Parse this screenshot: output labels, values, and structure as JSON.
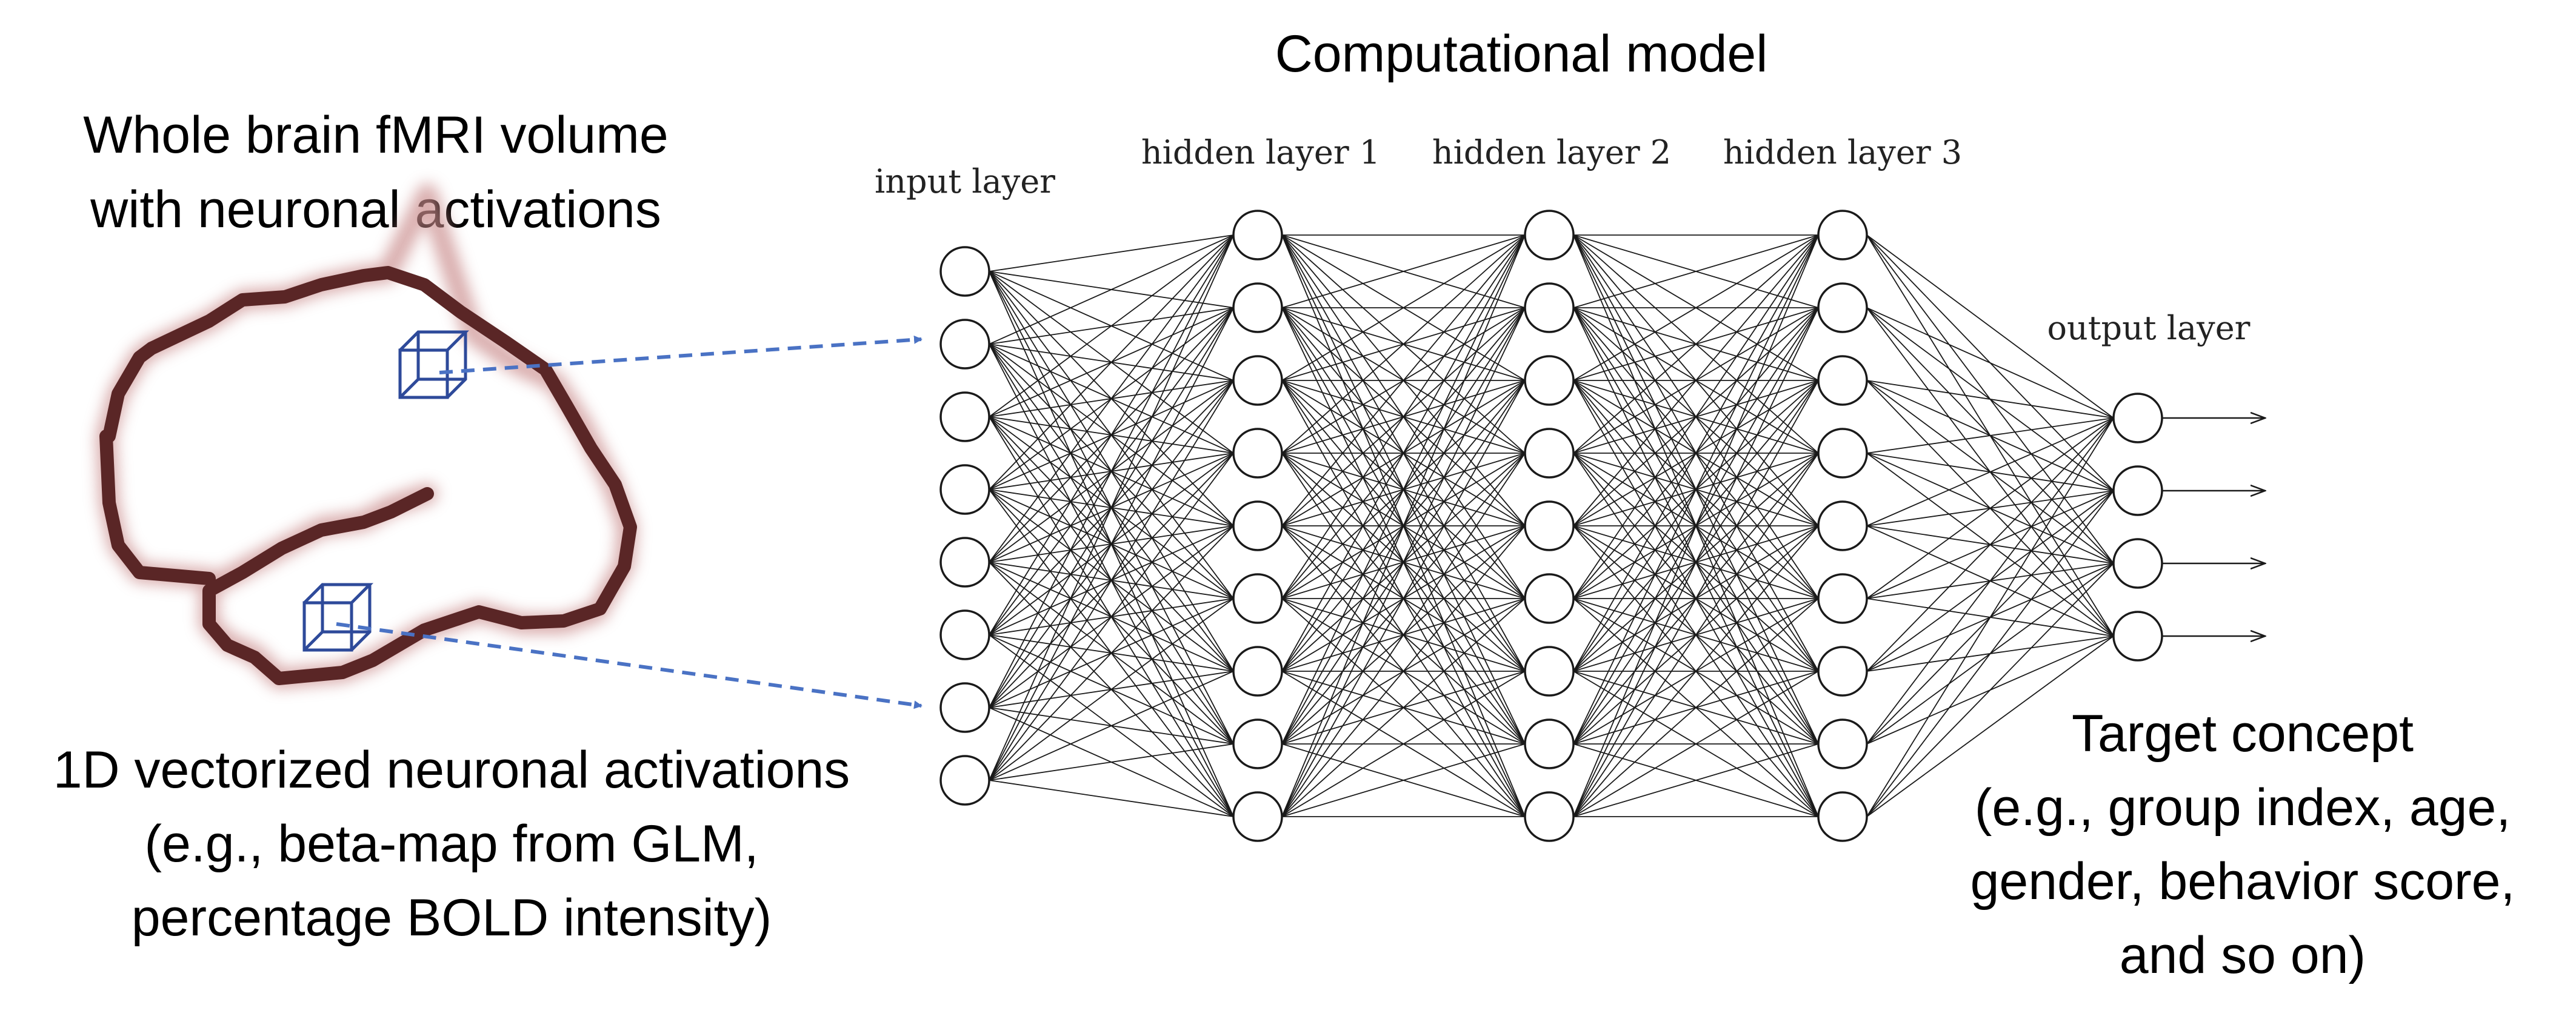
{
  "title": "Computational model",
  "input_caption": {
    "line1": "Whole brain fMRI volume",
    "line2": "with neuronal activations"
  },
  "vector_caption": {
    "line1": "1D vectorized neuronal activations",
    "line2": "(e.g., beta-map from GLM,",
    "line3": "percentage BOLD intensity)"
  },
  "target_caption": {
    "line1": "Target concept",
    "line2": "(e.g., group index, age,",
    "line3": "gender, behavior score,",
    "line4": "and so on)"
  },
  "network": {
    "layers": [
      {
        "label": "input layer",
        "neurons": 8
      },
      {
        "label": "hidden layer 1",
        "neurons": 9
      },
      {
        "label": "hidden layer 2",
        "neurons": 9
      },
      {
        "label": "hidden layer 3",
        "neurons": 9
      },
      {
        "label": "output layer",
        "neurons": 4
      }
    ]
  },
  "colors": {
    "brain_outline": "#5a2626",
    "brain_glow": "#c98a8a",
    "voxel": "#2e4a9a",
    "dashed_arrow": "#4a72c4",
    "network_lines": "#1a1a1a"
  }
}
